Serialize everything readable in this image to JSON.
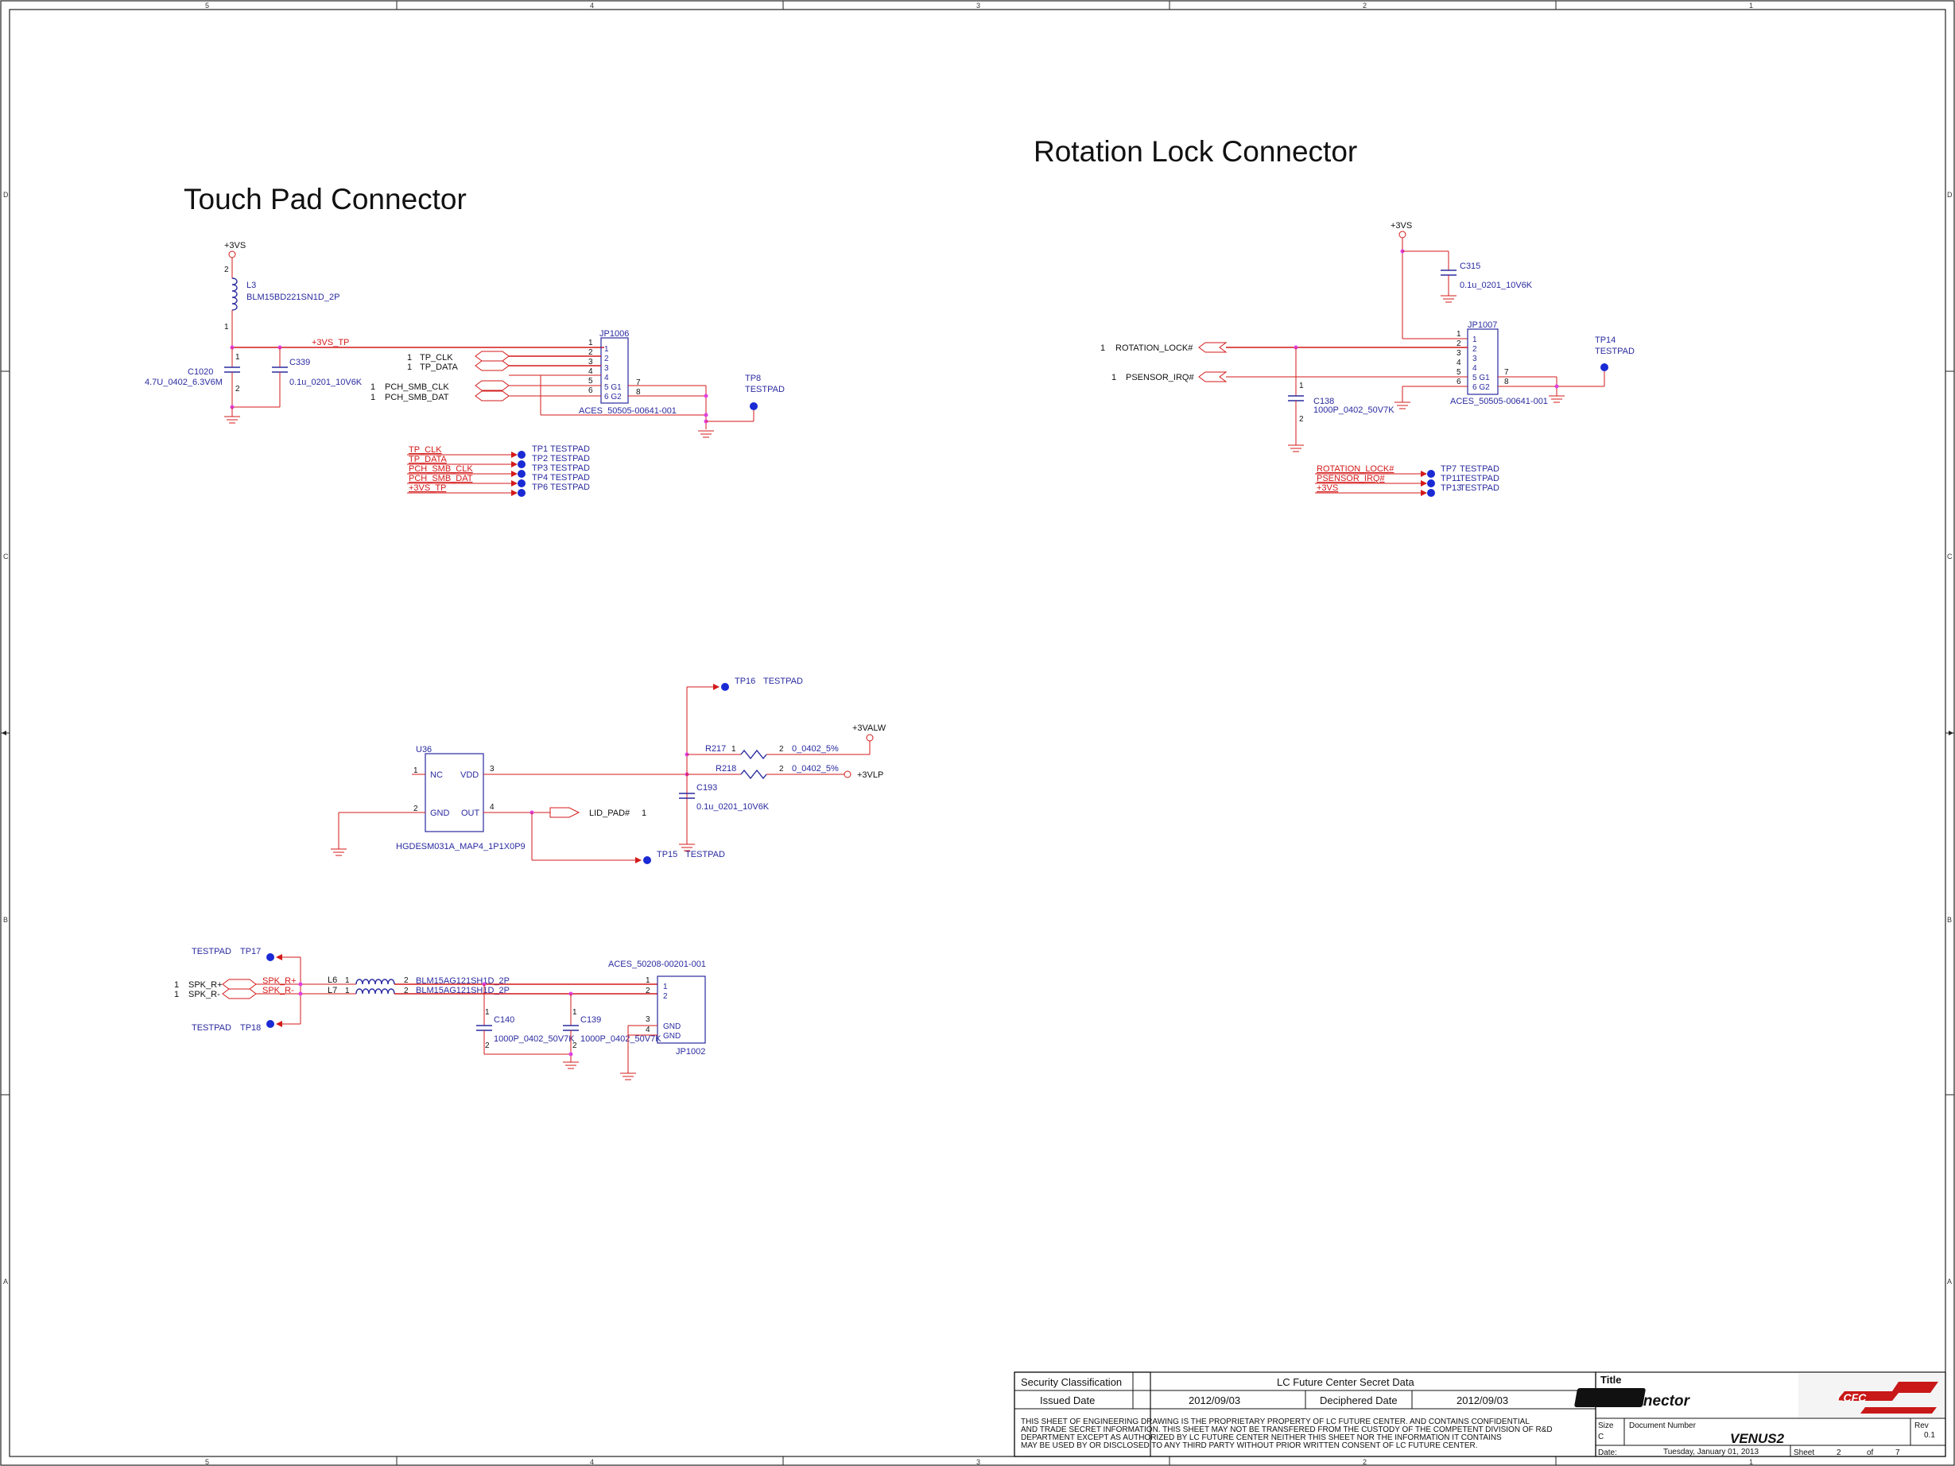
{
  "border": {
    "columns": [
      "5",
      "4",
      "3",
      "2",
      "1"
    ],
    "rows": [
      "D",
      "C",
      "B",
      "A"
    ]
  },
  "touchpad": {
    "heading": "Touch Pad Connector",
    "power_label": "+3VS",
    "inductor_ref": "L3",
    "inductor_value": "BLM15BD221SN1D_2P",
    "net_3vs_tp": "+3VS_TP",
    "c1020_ref": "C1020",
    "c1020_value": "4.7U_0402_6.3V6M",
    "c339_ref": "C339",
    "c339_value": "0.1u_0201_10V6K",
    "connector_ref": "JP1006",
    "connector_part": "ACES_50505-00641-001",
    "sig_tp_clk": "TP_CLK",
    "sig_tp_data": "TP_DATA",
    "sig_smb_clk": "PCH_SMB_CLK",
    "sig_smb_dat": "PCH_SMB_DAT",
    "tp8_ref": "TP8",
    "tp8_label": "TESTPAD",
    "testpoints": [
      {
        "net": "TP_CLK",
        "ref": "TP1",
        "label": "TESTPAD"
      },
      {
        "net": "TP_DATA",
        "ref": "TP2",
        "label": "TESTPAD"
      },
      {
        "net": "PCH_SMB_CLK",
        "ref": "TP3",
        "label": "TESTPAD"
      },
      {
        "net": "PCH_SMB_DAT",
        "ref": "TP4",
        "label": "TESTPAD"
      },
      {
        "net": "+3VS_TP",
        "ref": "TP6",
        "label": "TESTPAD"
      }
    ]
  },
  "rotation": {
    "heading": "Rotation Lock Connector",
    "power_label": "+3VS",
    "c315_ref": "C315",
    "c315_value": "0.1u_0201_10V6K",
    "connector_ref": "JP1007",
    "connector_part": "ACES_50505-00641-001",
    "sig_rotation": "ROTATION_LOCK#",
    "sig_psensor": "PSENSOR_IRQ#",
    "c138_ref": "C138",
    "c138_value": "1000P_0402_50V7K",
    "tp14_ref": "TP14",
    "tp14_label": "TESTPAD",
    "testpoints": [
      {
        "net": "ROTATION_LOCK#",
        "ref": "TP7",
        "label": "TESTPAD"
      },
      {
        "net": "PSENSOR_IRQ#",
        "ref": "TP11",
        "label": "TESTPAD"
      },
      {
        "net": "+3VS",
        "ref": "TP13",
        "label": "TESTPAD"
      }
    ]
  },
  "hall": {
    "ic_ref": "U36",
    "ic_part": "HGDESM031A_MAP4_1P1X0P9",
    "pin_nc": "NC",
    "pin_vdd": "VDD",
    "pin_gnd": "GND",
    "pin_out": "OUT",
    "tp16": "TP16",
    "tp16_label": "TESTPAD",
    "tp15": "TP15",
    "tp15_label": "TESTPAD",
    "power_valw": "+3VALW",
    "power_vlp": "+3VLP",
    "r217_ref": "R217",
    "r217_value": "0_0402_5%",
    "r218_ref": "R218",
    "r218_value": "0_0402_5%",
    "c193_ref": "C193",
    "c193_value": "0.1u_0201_10V6K",
    "out_net": "LID_PAD#"
  },
  "speaker": {
    "tp17": "TP17",
    "tp18": "TP18",
    "testpad": "TESTPAD",
    "net_spk_p": "SPK_R+",
    "net_spk_n": "SPK_R-",
    "l6_ref": "L6",
    "l7_ref": "L7",
    "bead_value": "BLM15AG121SH1D_2P",
    "c140_ref": "C140",
    "c139_ref": "C139",
    "cap_value": "1000P_0402_50V7K",
    "connector_part": "ACES_50208-00201-001",
    "connector_ref": "JP1002"
  },
  "title_block": {
    "security_label": "Security Classification",
    "company": "LC Future Center Secret Data",
    "issued_label": "Issued Date",
    "issued_date": "2012/09/03",
    "deciphered_label": "Deciphered Date",
    "deciphered_date": "2012/09/03",
    "notice_lines": [
      "THIS SHEET OF ENGINEERING DRAWING IS THE PROPRIETARY PROPERTY OF  LC FUTURE CENTER. AND CONTAINS CONFIDENTIAL",
      "AND TRADE SECRET INFORMATION. THIS SHEET MAY NOT BE TRANSFERED FROM THE CUSTODY OF THE COMPETENT DIVISION OF R&D",
      "DEPARTMENT EXCEPT AS AUTHORIZED BY LC FUTURE CENTER NEITHER THIS SHEET NOR THE INFORMATION IT CONTAINS",
      "MAY BE USED BY OR DISCLOSED TO ANY THIRD PARTY WITHOUT PRIOR WRITTEN CONSENT OF  LC FUTURE CENTER."
    ],
    "title_label": "Title",
    "title_value": "Connector",
    "logo_text": "LCFC",
    "size_label": "Size",
    "size_value": "C",
    "docnum_label": "Document Number",
    "docnum_value": "VENUS2",
    "rev_label": "Rev",
    "rev_value": "0.1",
    "date_label": "Date:",
    "date_value": "Tuesday, January 01, 2013",
    "sheet_label": "Sheet",
    "sheet_value": "2",
    "of_label": "of",
    "of_value": "7"
  },
  "colors": {
    "wire": "#d41a1a",
    "component": "#2a2aa0",
    "junction": "#e040e0",
    "testpad": "#1a2ad4",
    "text": "#111111"
  }
}
